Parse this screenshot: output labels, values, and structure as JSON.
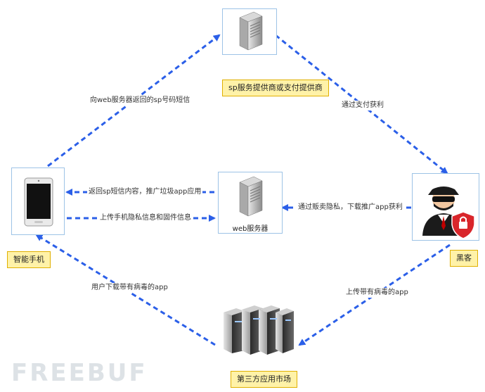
{
  "nodes": {
    "sp": {
      "label": "sp服务提供商或支付提供商"
    },
    "phone": {
      "label": "智能手机"
    },
    "web": {
      "label": "web服务器"
    },
    "hacker": {
      "label": "黑客"
    },
    "market": {
      "label": "第三方应用市场"
    }
  },
  "edges": {
    "phone_to_sp": "向web服务器返回的sp号码短信",
    "sp_to_hacker": "通过支付获利",
    "web_to_phone": "返回sp短信内容，推广垃圾app应用",
    "phone_to_web": "上传手机隐私信息和固件信息",
    "hacker_to_web": "通过贩卖隐私，下载推广app获利",
    "market_to_phone": "用户下载带有病毒的app",
    "hacker_to_market": "上传带有病毒的app"
  },
  "watermark": "FREEBUF",
  "colors": {
    "arrow": "#2b5fe8",
    "frame": "#9dc3e6",
    "callout": "#fff2a8"
  }
}
